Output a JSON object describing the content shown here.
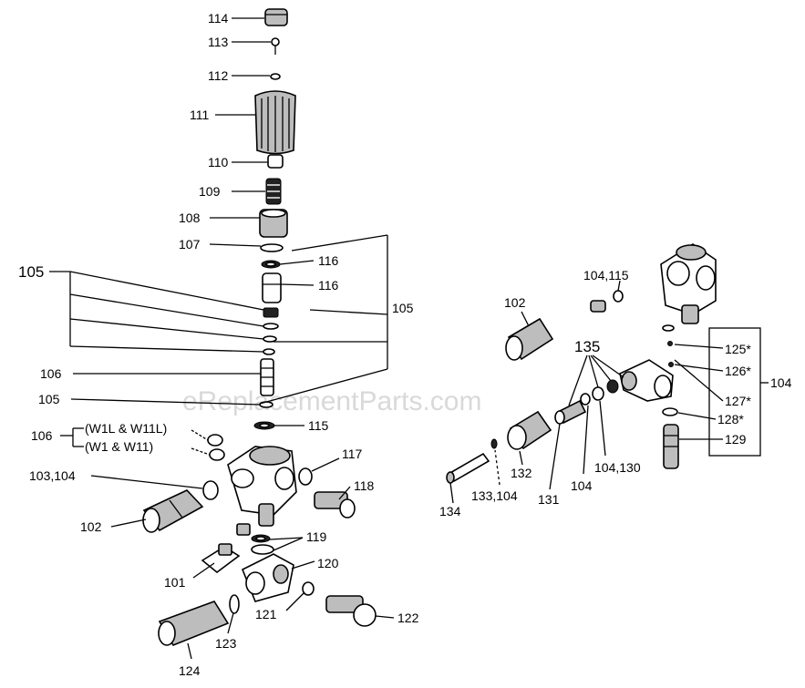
{
  "watermark": "eReplacementParts.com",
  "labels": {
    "p114": "114",
    "p113": "113",
    "p112": "112",
    "p111": "111",
    "p110": "110",
    "p109": "109",
    "p108": "108",
    "p107": "107",
    "p116a": "116",
    "p116b": "116",
    "p105_right": "105",
    "p105_left": "105",
    "p106_mid": "106",
    "p105_low": "105",
    "p115": "115",
    "p106_left": "106",
    "w1l": "(W1L & W11L)",
    "w1": "(W1 & W11)",
    "p103": "103,104",
    "p117": "117",
    "p118": "118",
    "p102_left": "102",
    "p119": "119",
    "p120": "120",
    "p101": "101",
    "p121": "121",
    "p122": "122",
    "p123": "123",
    "p124": "124",
    "p104_115": "104,115",
    "p102_right": "102",
    "p135": "135",
    "p125": "125*",
    "p126": "126*",
    "p127": "127*",
    "p128": "128*",
    "p129": "129",
    "p104_right": "104",
    "p132": "132",
    "p104_130": "104,130",
    "p104_low": "104",
    "p131": "131",
    "p133": "133,104",
    "p134": "134"
  }
}
